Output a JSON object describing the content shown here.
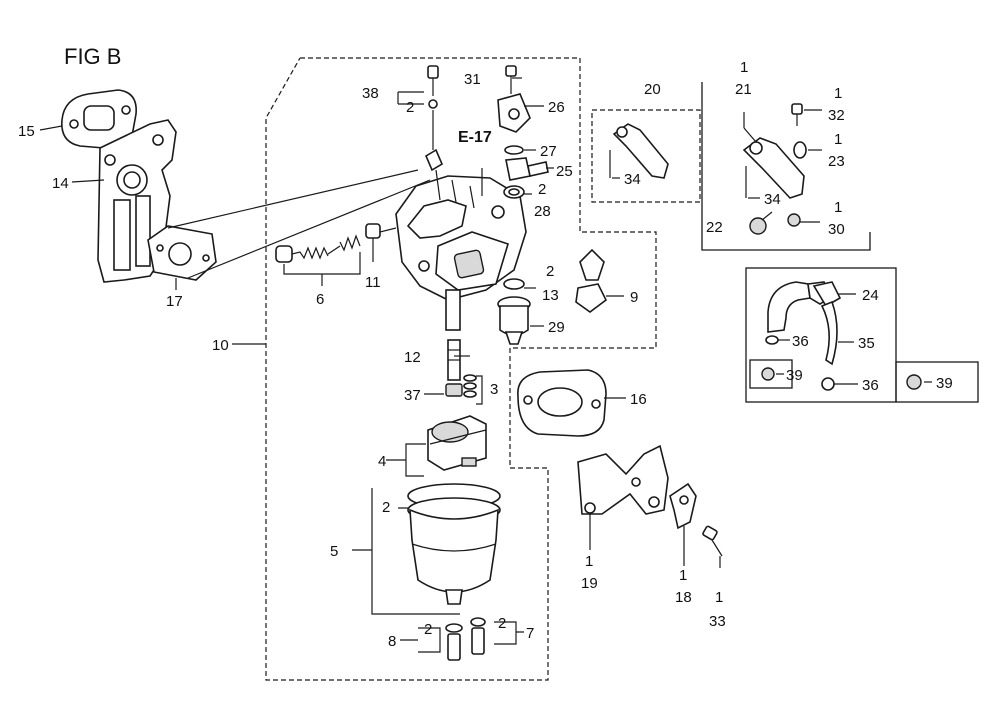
{
  "figure_title": "FIG B",
  "reference_label": "E-17",
  "callouts": {
    "c1_21": "1",
    "c21": "21",
    "c1_32": "1",
    "c32": "32",
    "c1_23": "1",
    "c23": "23",
    "c1_30": "1",
    "c30": "30",
    "c1_19": "1",
    "c19": "19",
    "c1_18": "1",
    "c18": "18",
    "c1_33": "1",
    "c33": "33",
    "c2_38": "2",
    "c2_28": "2",
    "c2_13": "2",
    "c2_5": "2",
    "c2_8": "2",
    "c2_7": "2",
    "c3": "3",
    "c4": "4",
    "c5": "5",
    "c6": "6",
    "c7": "7",
    "c8": "8",
    "c9": "9",
    "c10": "10",
    "c11": "11",
    "c12": "12",
    "c13": "13",
    "c14": "14",
    "c15": "15",
    "c16": "16",
    "c17": "17",
    "c20": "20",
    "c22": "22",
    "c24": "24",
    "c25": "25",
    "c26": "26",
    "c27": "27",
    "c28": "28",
    "c29": "29",
    "c31": "31",
    "c34a": "34",
    "c34b": "34",
    "c35": "35",
    "c36a": "36",
    "c36b": "36",
    "c37": "37",
    "c38": "38",
    "c39a": "39",
    "c39b": "39"
  }
}
